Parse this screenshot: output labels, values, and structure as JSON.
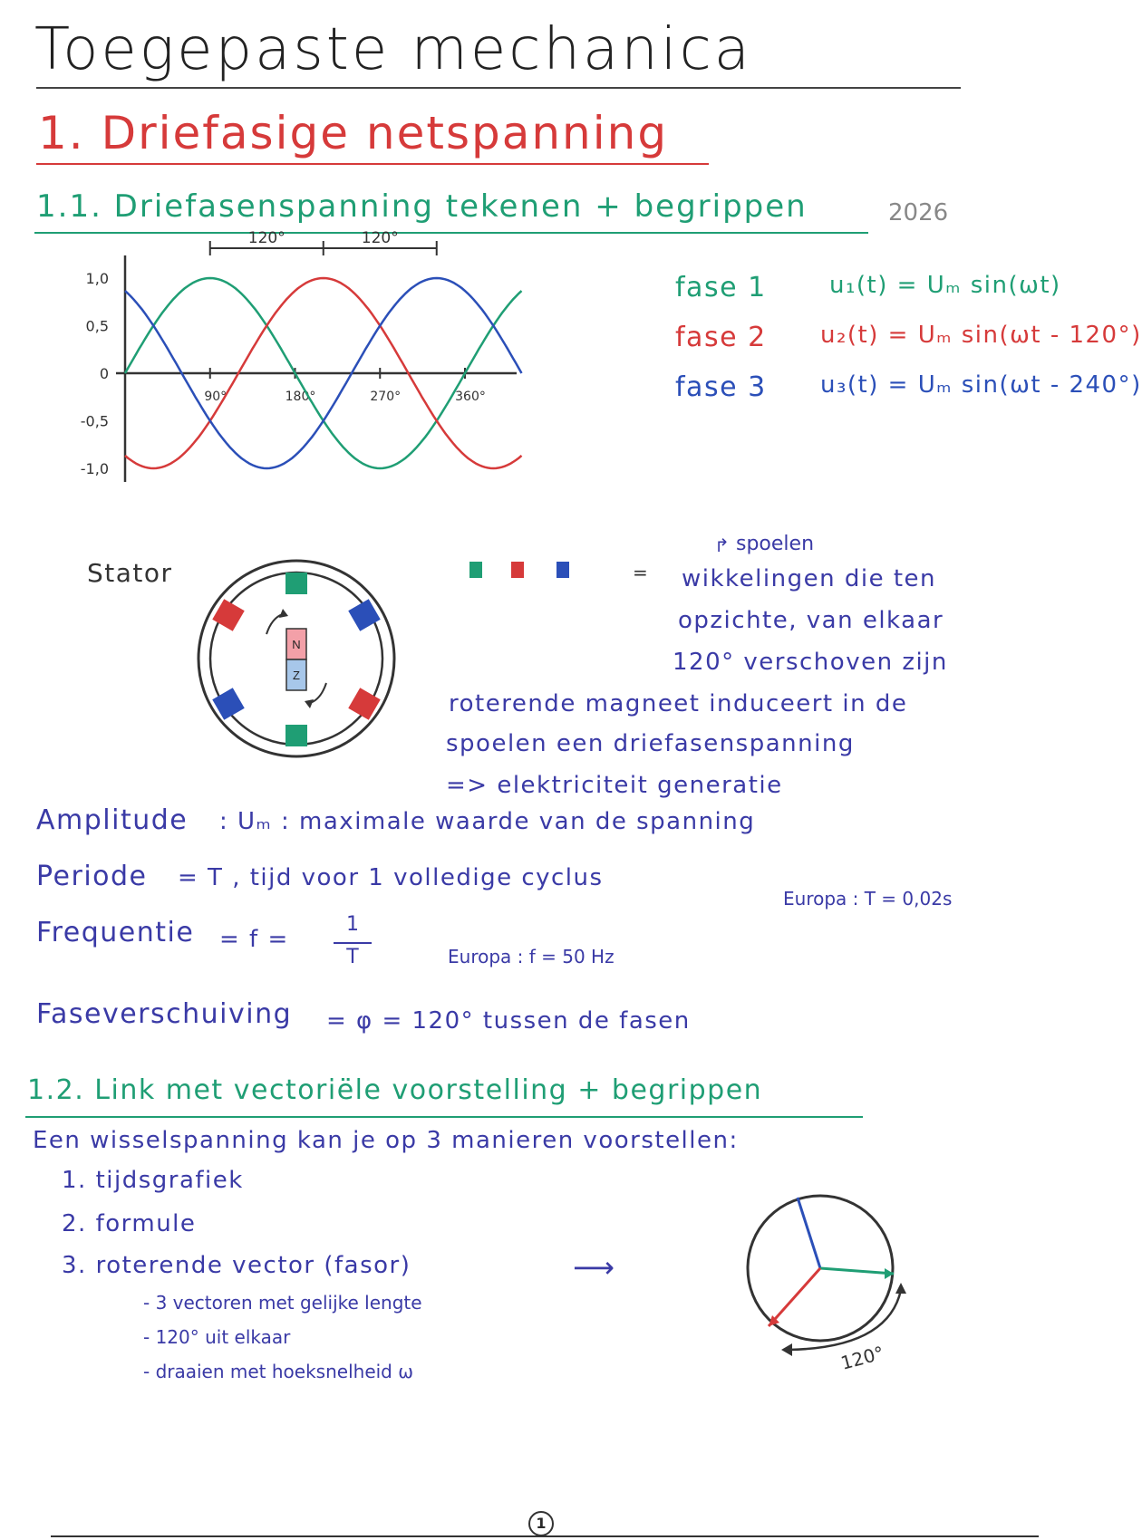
{
  "title": "Toegepaste mechanica",
  "section1": "1. Driefasige netspanning",
  "section1_1": "1.1. Driefasenspanning tekenen + begrippen",
  "year": "2026",
  "graph": {
    "y_ticks": [
      "1,0",
      "0,5",
      "0",
      "-0,5",
      "-1,0"
    ],
    "x_ticks": [
      "90°",
      "180°",
      "270°",
      "360°"
    ],
    "shift_labels": [
      "120°",
      "120°"
    ],
    "colors": {
      "fase1": "#1f9e74",
      "fase2": "#d63a3a",
      "fase3": "#2b4fb8"
    }
  },
  "phases": [
    {
      "label": "fase 1",
      "formula": "u₁(t) = Uₘ sin(ωt)"
    },
    {
      "label": "fase 2",
      "formula": "u₂(t) = Uₘ sin(ωt - 120°)"
    },
    {
      "label": "fase 3",
      "formula": "u₃(t) = Uₘ sin(ωt - 240°)"
    }
  ],
  "stator": {
    "label": "Stator",
    "magnet_n": "N",
    "magnet_z": "Z",
    "annotation_top": "spoelen",
    "legend_eq": "=",
    "legend_lines": [
      "wikkelingen die ten",
      "opzichte, van elkaar",
      "120° verschoven zijn"
    ],
    "explanation": [
      "roterende magneet induceert in de",
      "spoelen een driefasenspanning",
      "=> elektriciteit generatie"
    ]
  },
  "definitions": [
    {
      "term": "Amplitude",
      "rest": ":  Uₘ  :  maximale waarde van de spanning"
    },
    {
      "term": "Periode",
      "rest": "=  T ,  tijd voor 1 volledige cyclus",
      "extra": "Europa :   T = 0,02s"
    },
    {
      "term": "Frequentie",
      "rest": "=  f  =",
      "frac_num": "1",
      "frac_den": "T",
      "extra": "Europa :   f = 50 Hz"
    },
    {
      "term": "Faseverschuiving",
      "rest": "=  φ  =  120° tussen de fasen"
    }
  ],
  "section1_2": "1.2. Link met vectoriële voorstelling + begrippen",
  "intro": "Een wisselspanning kan je op 3 manieren voorstellen:",
  "ways": [
    "1.  tijdsgrafiek",
    "2.  formule",
    "3.  roterende vector (fasor)"
  ],
  "arrow": "⟶",
  "vector_props": [
    "- 3 vectoren met gelijke lengte",
    "- 120° uit elkaar",
    "- draaien met hoeksnelheid  ω"
  ],
  "phasor_angle": "120°",
  "page_number": "1"
}
